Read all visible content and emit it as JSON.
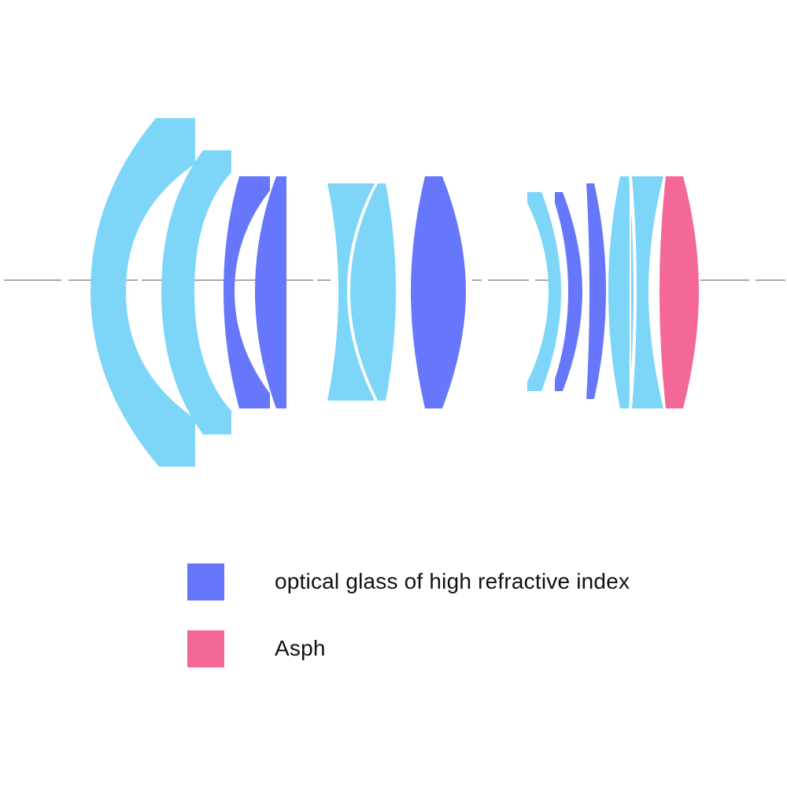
{
  "colors": {
    "standard_glass": "#7dd6f8",
    "high_refractive_glass": "#6677fb",
    "asph": "#f36898",
    "optical_axis": "#555555",
    "background": "#ffffff"
  },
  "lens_elements": [
    {
      "name": "element-1",
      "kind": "standard_glass"
    },
    {
      "name": "element-2",
      "kind": "standard_glass"
    },
    {
      "name": "element-3",
      "kind": "high_refractive_glass"
    },
    {
      "name": "element-4",
      "kind": "high_refractive_glass"
    },
    {
      "name": "element-5",
      "kind": "standard_glass"
    },
    {
      "name": "element-6",
      "kind": "standard_glass"
    },
    {
      "name": "element-7",
      "kind": "high_refractive_glass"
    },
    {
      "name": "element-8",
      "kind": "standard_glass"
    },
    {
      "name": "element-9",
      "kind": "high_refractive_glass"
    },
    {
      "name": "element-10",
      "kind": "high_refractive_glass"
    },
    {
      "name": "element-11",
      "kind": "standard_glass"
    },
    {
      "name": "element-12",
      "kind": "standard_glass"
    },
    {
      "name": "element-13",
      "kind": "asph"
    }
  ],
  "legend": [
    {
      "label": "optical glass of high refractive index",
      "color": "#6677fb"
    },
    {
      "label": "Asph",
      "color": "#f36898"
    }
  ]
}
